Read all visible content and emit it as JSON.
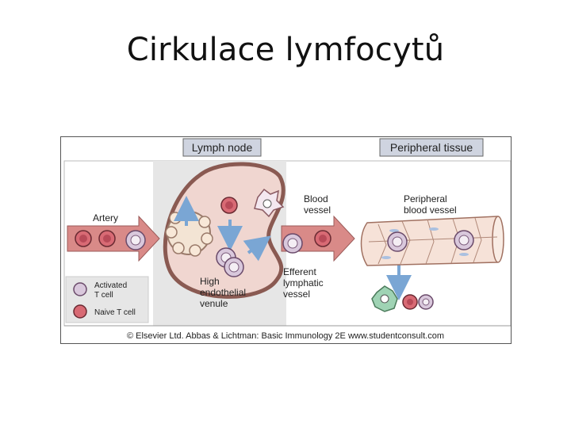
{
  "slide": {
    "title": "Cirkulace lymfocytů"
  },
  "diagram": {
    "headers": {
      "lymph_node": "Lymph node",
      "peripheral_tissue": "Peripheral tissue"
    },
    "labels": {
      "artery": "Artery",
      "blood_vessel_1": "Blood",
      "blood_vessel_2": "vessel",
      "peripheral_blood_vessel_1": "Peripheral",
      "peripheral_blood_vessel_2": "blood vessel",
      "hev_1": "High",
      "hev_2": "endothelial",
      "hev_3": "venule",
      "efferent_1": "Efferent",
      "efferent_2": "lymphatic",
      "efferent_3": "vessel"
    },
    "legend": {
      "activated_1": "Activated",
      "activated_2": "T cell",
      "naive": "Naive T cell"
    },
    "credit": "© Elsevier Ltd. Abbas & Lichtman: Basic Immunology 2E www.studentconsult.com",
    "colors": {
      "naive_cell": "#d86a74",
      "activated_cell": "#d9c8dc",
      "node_fill": "#f0d6d0",
      "node_stroke": "#8a5a52",
      "arrow_fill": "#d98a88",
      "flow_arrow": "#7aa6d4",
      "vessel_fill": "#f6e2d8",
      "apc_cell": "#9fd3b4",
      "panel_bg": "#e6e6e6",
      "header_bg": "#cfd4e0"
    }
  }
}
